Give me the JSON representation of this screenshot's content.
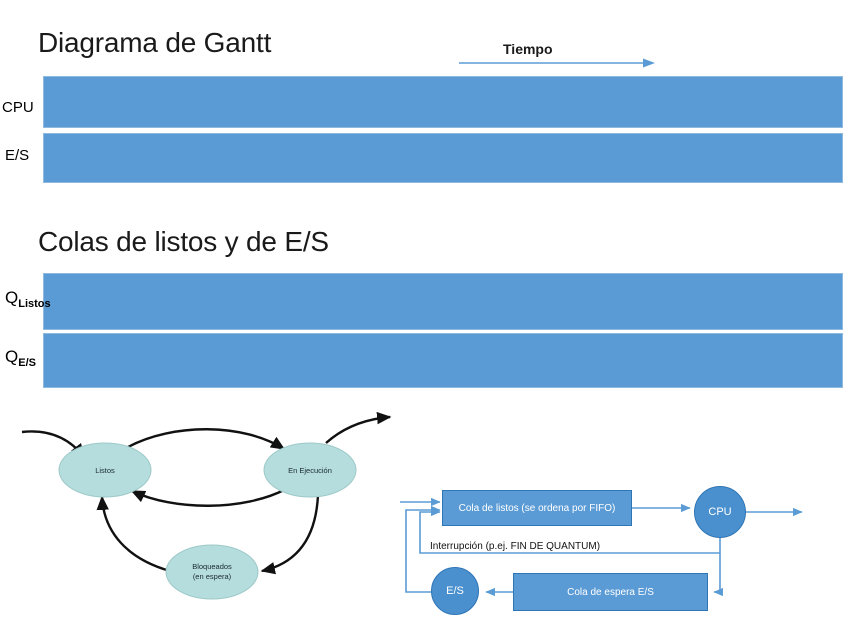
{
  "slide": {
    "background": "#ffffff",
    "accent_blue": "#5B9BD5",
    "accent_blue_dark": "#2E75B6",
    "ellipse_teal": "#B5DDDD"
  },
  "gantt_section": {
    "heading": "Diagrama de Gantt",
    "time_axis_label": "Tiempo",
    "rows": [
      {
        "label": "CPU",
        "track": "empty"
      },
      {
        "label": "E/S",
        "track": "empty"
      }
    ]
  },
  "queues_section": {
    "heading": "Colas de listos y de E/S",
    "rows": [
      {
        "label_base": "Q",
        "label_sub": "Listos",
        "track": "empty"
      },
      {
        "label_base": "Q",
        "label_sub": "E/S",
        "track": "empty"
      }
    ]
  },
  "state_diagram": {
    "nodes": [
      {
        "id": "listos",
        "label": "Listos"
      },
      {
        "id": "en-ejecucion",
        "label": "En Ejecución"
      },
      {
        "id": "bloqueados",
        "label_line1": "Bloqueados",
        "label_line2": "(en espera)"
      }
    ]
  },
  "queue_diagram": {
    "cola_listos": "Cola de listos (se ordena por FIFO)",
    "cpu": "CPU",
    "interrupcion": "Interrupción (p.ej. FIN DE QUANTUM)",
    "es": "E/S",
    "cola_espera_es": "Cola de espera E/S"
  }
}
